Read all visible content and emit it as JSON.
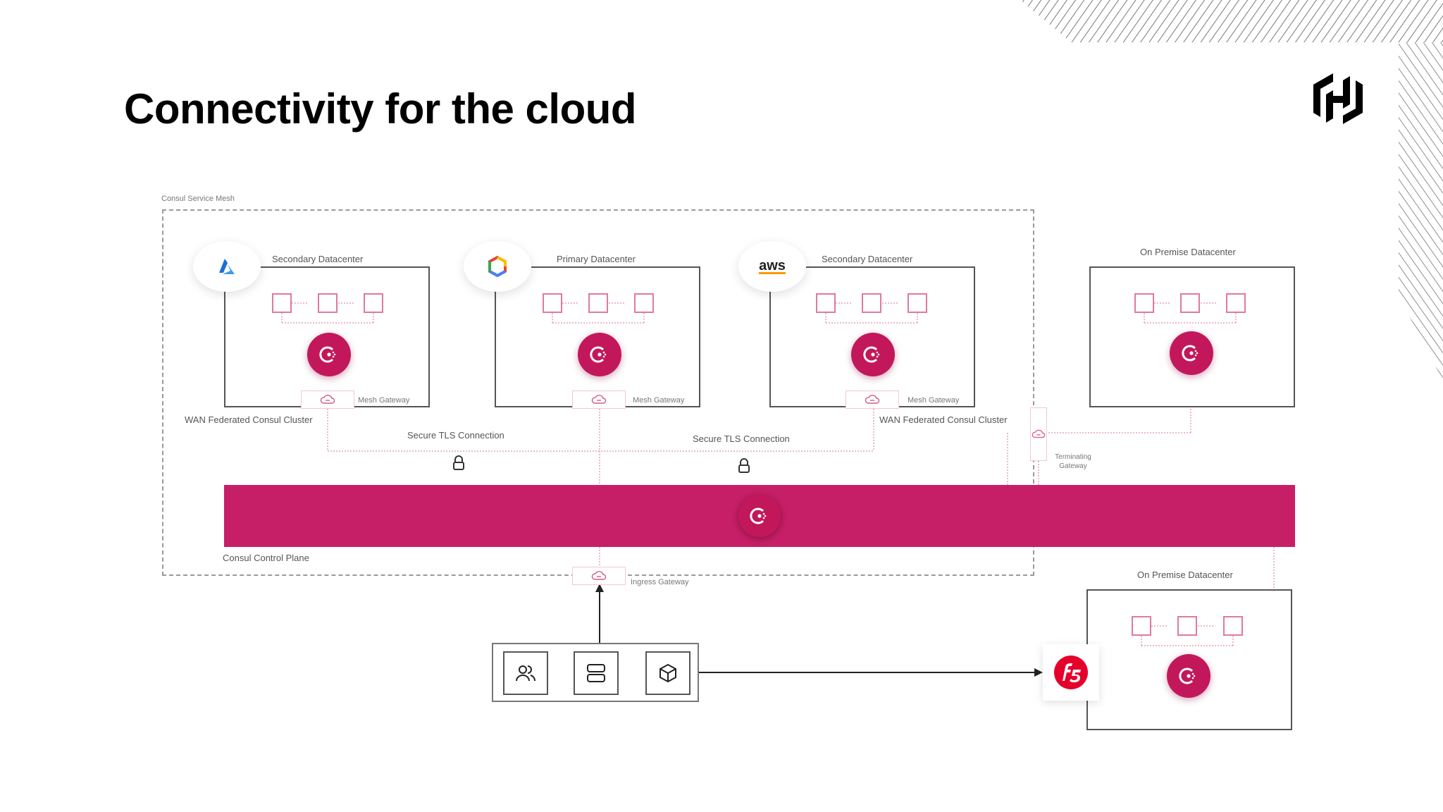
{
  "slide": {
    "title": "Connectivity for the cloud"
  },
  "diagram": {
    "mesh_label": "Consul Service Mesh",
    "control_plane_label": "Consul Control Plane",
    "datacenters": [
      {
        "label": "Secondary Datacenter",
        "provider_icon": "azure-icon",
        "gateway_label": "Mesh Gateway"
      },
      {
        "label": "Primary Datacenter",
        "provider_icon": "google-cloud-icon",
        "gateway_label": "Mesh Gateway"
      },
      {
        "label": "Secondary Datacenter",
        "provider_icon": "aws-icon",
        "provider_text": "aws",
        "gateway_label": "Mesh Gateway"
      },
      {
        "label": "On Premise Datacenter"
      },
      {
        "label": "On Premise Datacenter"
      }
    ],
    "wan_labels": [
      "WAN Federated Consul Cluster",
      "WAN Federated Consul Cluster"
    ],
    "tls_labels": [
      "Secure TLS Connection",
      "Secure TLS Connection"
    ],
    "terminating_gateway_label": [
      "Terminating",
      "Gateway"
    ],
    "ingress_gateway_label": "Ingress Gateway",
    "clients": [
      "users-icon",
      "server-icon",
      "package-icon"
    ],
    "load_balancer_icon": "f5-icon"
  },
  "colors": {
    "consul_pink": "#c71f67",
    "service_border": "#e07a9a"
  }
}
